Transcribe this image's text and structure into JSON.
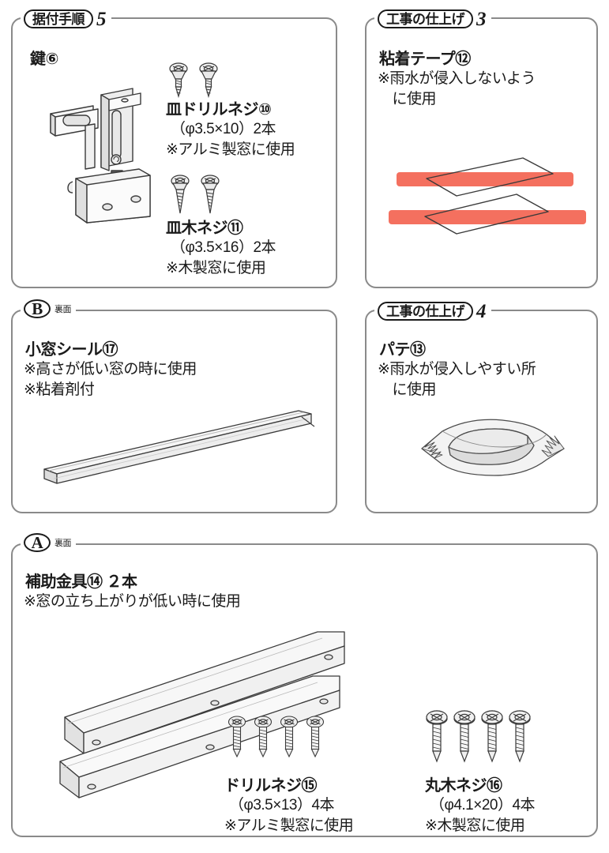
{
  "page": {
    "colors": {
      "panel_border": "#8a8a8a",
      "ink": "#1a1a1a",
      "tape_red": "#f4705f",
      "metal_fill": "#f2f2f2",
      "metal_shade": "#d8d8d8"
    }
  },
  "panels": [
    {
      "id": "step5",
      "header": {
        "pill": "据付手順",
        "number": "5",
        "sub": ""
      },
      "items": [
        {
          "label": "鍵⑥",
          "icon": "lock-bracket-illustration"
        },
        {
          "name": "皿ドリルネジ⑩",
          "spec": "（φ3.5×10）2本",
          "note": "※アルミ製窓に使用",
          "icon": "flat-head-drill-screw",
          "count": 2
        },
        {
          "name": "皿木ネジ⑪",
          "spec": "（φ3.5×16）2本",
          "note": "※木製窓に使用",
          "icon": "flat-head-wood-screw",
          "count": 2
        }
      ]
    },
    {
      "id": "finish3",
      "header": {
        "pill": "工事の仕上げ",
        "number": "3",
        "sub": ""
      },
      "items": [
        {
          "name": "粘着テープ⑫",
          "note_line1": "※雨水が侵入しないよう",
          "note_line2": "　に使用",
          "icon": "adhesive-tape-illustration"
        }
      ]
    },
    {
      "id": "partB",
      "header": {
        "pill": "B",
        "number": "",
        "sub": "裏面",
        "circle": true
      },
      "items": [
        {
          "name": "小窓シール⑰",
          "note_line1": "※高さが低い窓の時に使用",
          "note_line2": "※粘着剤付",
          "icon": "small-window-seal-strip"
        }
      ]
    },
    {
      "id": "finish4",
      "header": {
        "pill": "工事の仕上げ",
        "number": "4",
        "sub": ""
      },
      "items": [
        {
          "name": "パテ⑬",
          "note_line1": "※雨水が侵入しやすい所",
          "note_line2": "　に使用",
          "icon": "putty-packet-illustration"
        }
      ]
    },
    {
      "id": "partA",
      "header": {
        "pill": "A",
        "number": "",
        "sub": "裏面",
        "circle": true
      },
      "items": [
        {
          "name": "補助金具⑭ ２本",
          "note_line1": "※窓の立ち上がりが低い時に使用",
          "icon": "auxiliary-angle-bracket"
        },
        {
          "name": "ドリルネジ⑮",
          "spec": "（φ3.5×13）4本",
          "note": "※アルミ製窓に使用",
          "icon": "pan-head-drill-screw",
          "count": 4
        },
        {
          "name": "丸木ネジ⑯",
          "spec": "（φ4.1×20）4本",
          "note": "※木製窓に使用",
          "icon": "round-head-wood-screw",
          "count": 4
        }
      ]
    }
  ]
}
